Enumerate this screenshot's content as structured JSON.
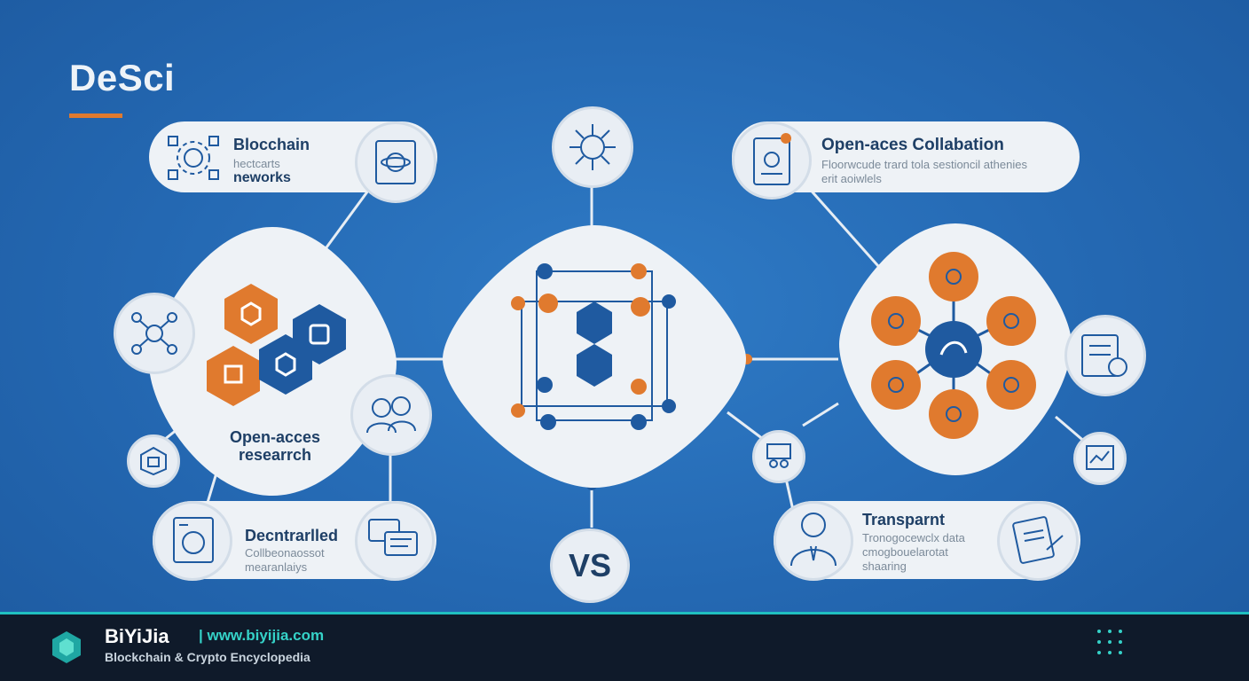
{
  "title": "DeSci",
  "blocks": {
    "blockchain": {
      "title": "Blocchain",
      "line1": "hectcarts",
      "line2": "neworks"
    },
    "open_access_research": {
      "line1": "Open-acces",
      "line2": "researrch"
    },
    "decentralized": {
      "title": "Decntrarlled",
      "line1": "Collbeonaossot",
      "line2": "mearanlaiys"
    },
    "vs": {
      "label": "VS"
    },
    "collaboration": {
      "title": "Open-aces Collabation",
      "line1": "Floorwcude trard tola sestioncil athenies",
      "line2": "erit aoiwlels"
    },
    "transparent": {
      "title": "Transparnt",
      "line1": "Tronogocewclx data",
      "line2": "cmogbouelarotat",
      "line3": "shaaring"
    }
  },
  "footer": {
    "brand": "BiYiJia",
    "url": "| www.biyijia.com",
    "tagline": "Blockchain & Crypto Encyclopedia"
  },
  "colors": {
    "background": "#2468b2",
    "orange": "#e07a2e",
    "navy": "#1f5aa0",
    "panel": "#eef2f6",
    "footer": "#0f1a2a",
    "teal": "#35d2c8"
  }
}
